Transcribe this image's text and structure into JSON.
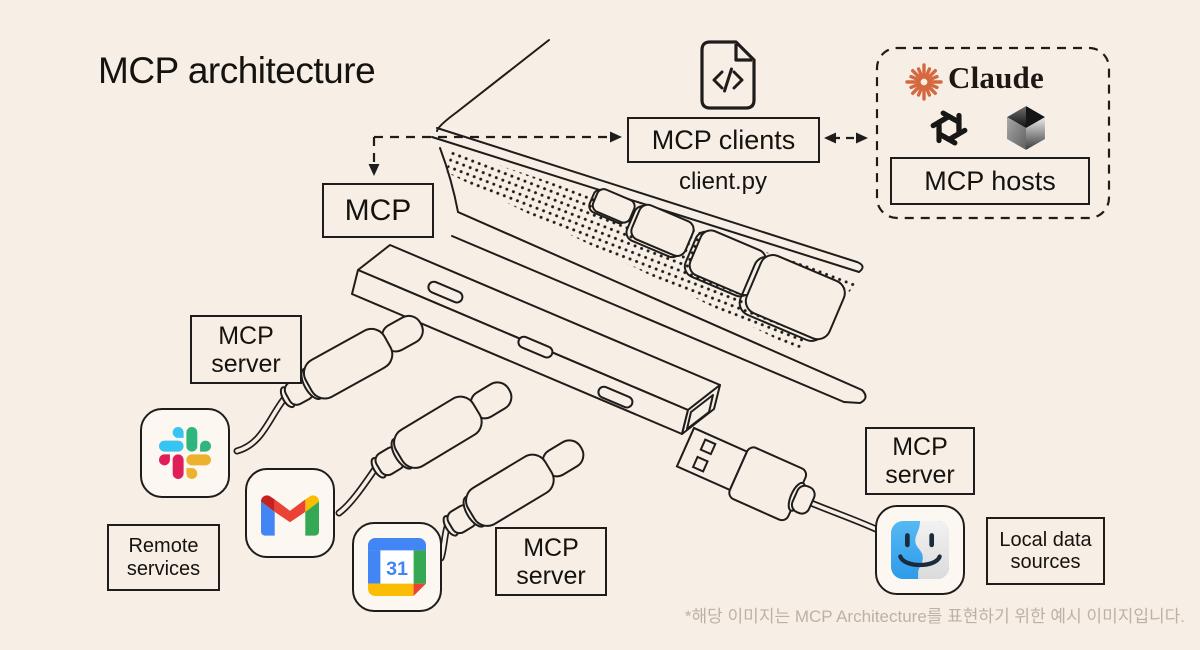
{
  "title": "MCP architecture",
  "labels": {
    "mcp": "MCP",
    "clients": "MCP clients",
    "client_file": "client.py",
    "hosts": "MCP hosts",
    "claude_wordmark": "Claude",
    "calendar_day": "31"
  },
  "servers": [
    {
      "line1": "MCP",
      "line2": "server"
    },
    {
      "line1": "MCP",
      "line2": "server"
    },
    {
      "line1": "MCP",
      "line2": "server"
    }
  ],
  "remote_services": {
    "line1": "Remote",
    "line2": "services"
  },
  "local_data_sources": {
    "line1": "Local data",
    "line2": "sources"
  },
  "footnote": "*해당 이미지는 MCP Architecture를 표현하기 위한 예시 이미지입니다.",
  "icons": {
    "hosts_brands": [
      "claude-logo",
      "openai-logo",
      "cursor-logo"
    ],
    "connected_services": [
      "slack-icon",
      "gmail-icon",
      "google-calendar-icon",
      "finder-icon"
    ],
    "client_icon": "code-file-icon"
  },
  "colors": {
    "background": "#F7EFE6",
    "line": "#1F1D1B",
    "footnote_text": "#BCB1A5",
    "claude_orange": "#D5683F",
    "slack": [
      "#36C5F0",
      "#2EB67D",
      "#ECB22E",
      "#E01E5A"
    ],
    "gmail": [
      "#4285F4",
      "#34A853",
      "#FBBC04",
      "#EA4335",
      "#C5221F"
    ],
    "calendar": [
      "#4285F4",
      "#34A853",
      "#FBBC04",
      "#EA4335"
    ],
    "finder_blue": "#3FA9F5"
  }
}
